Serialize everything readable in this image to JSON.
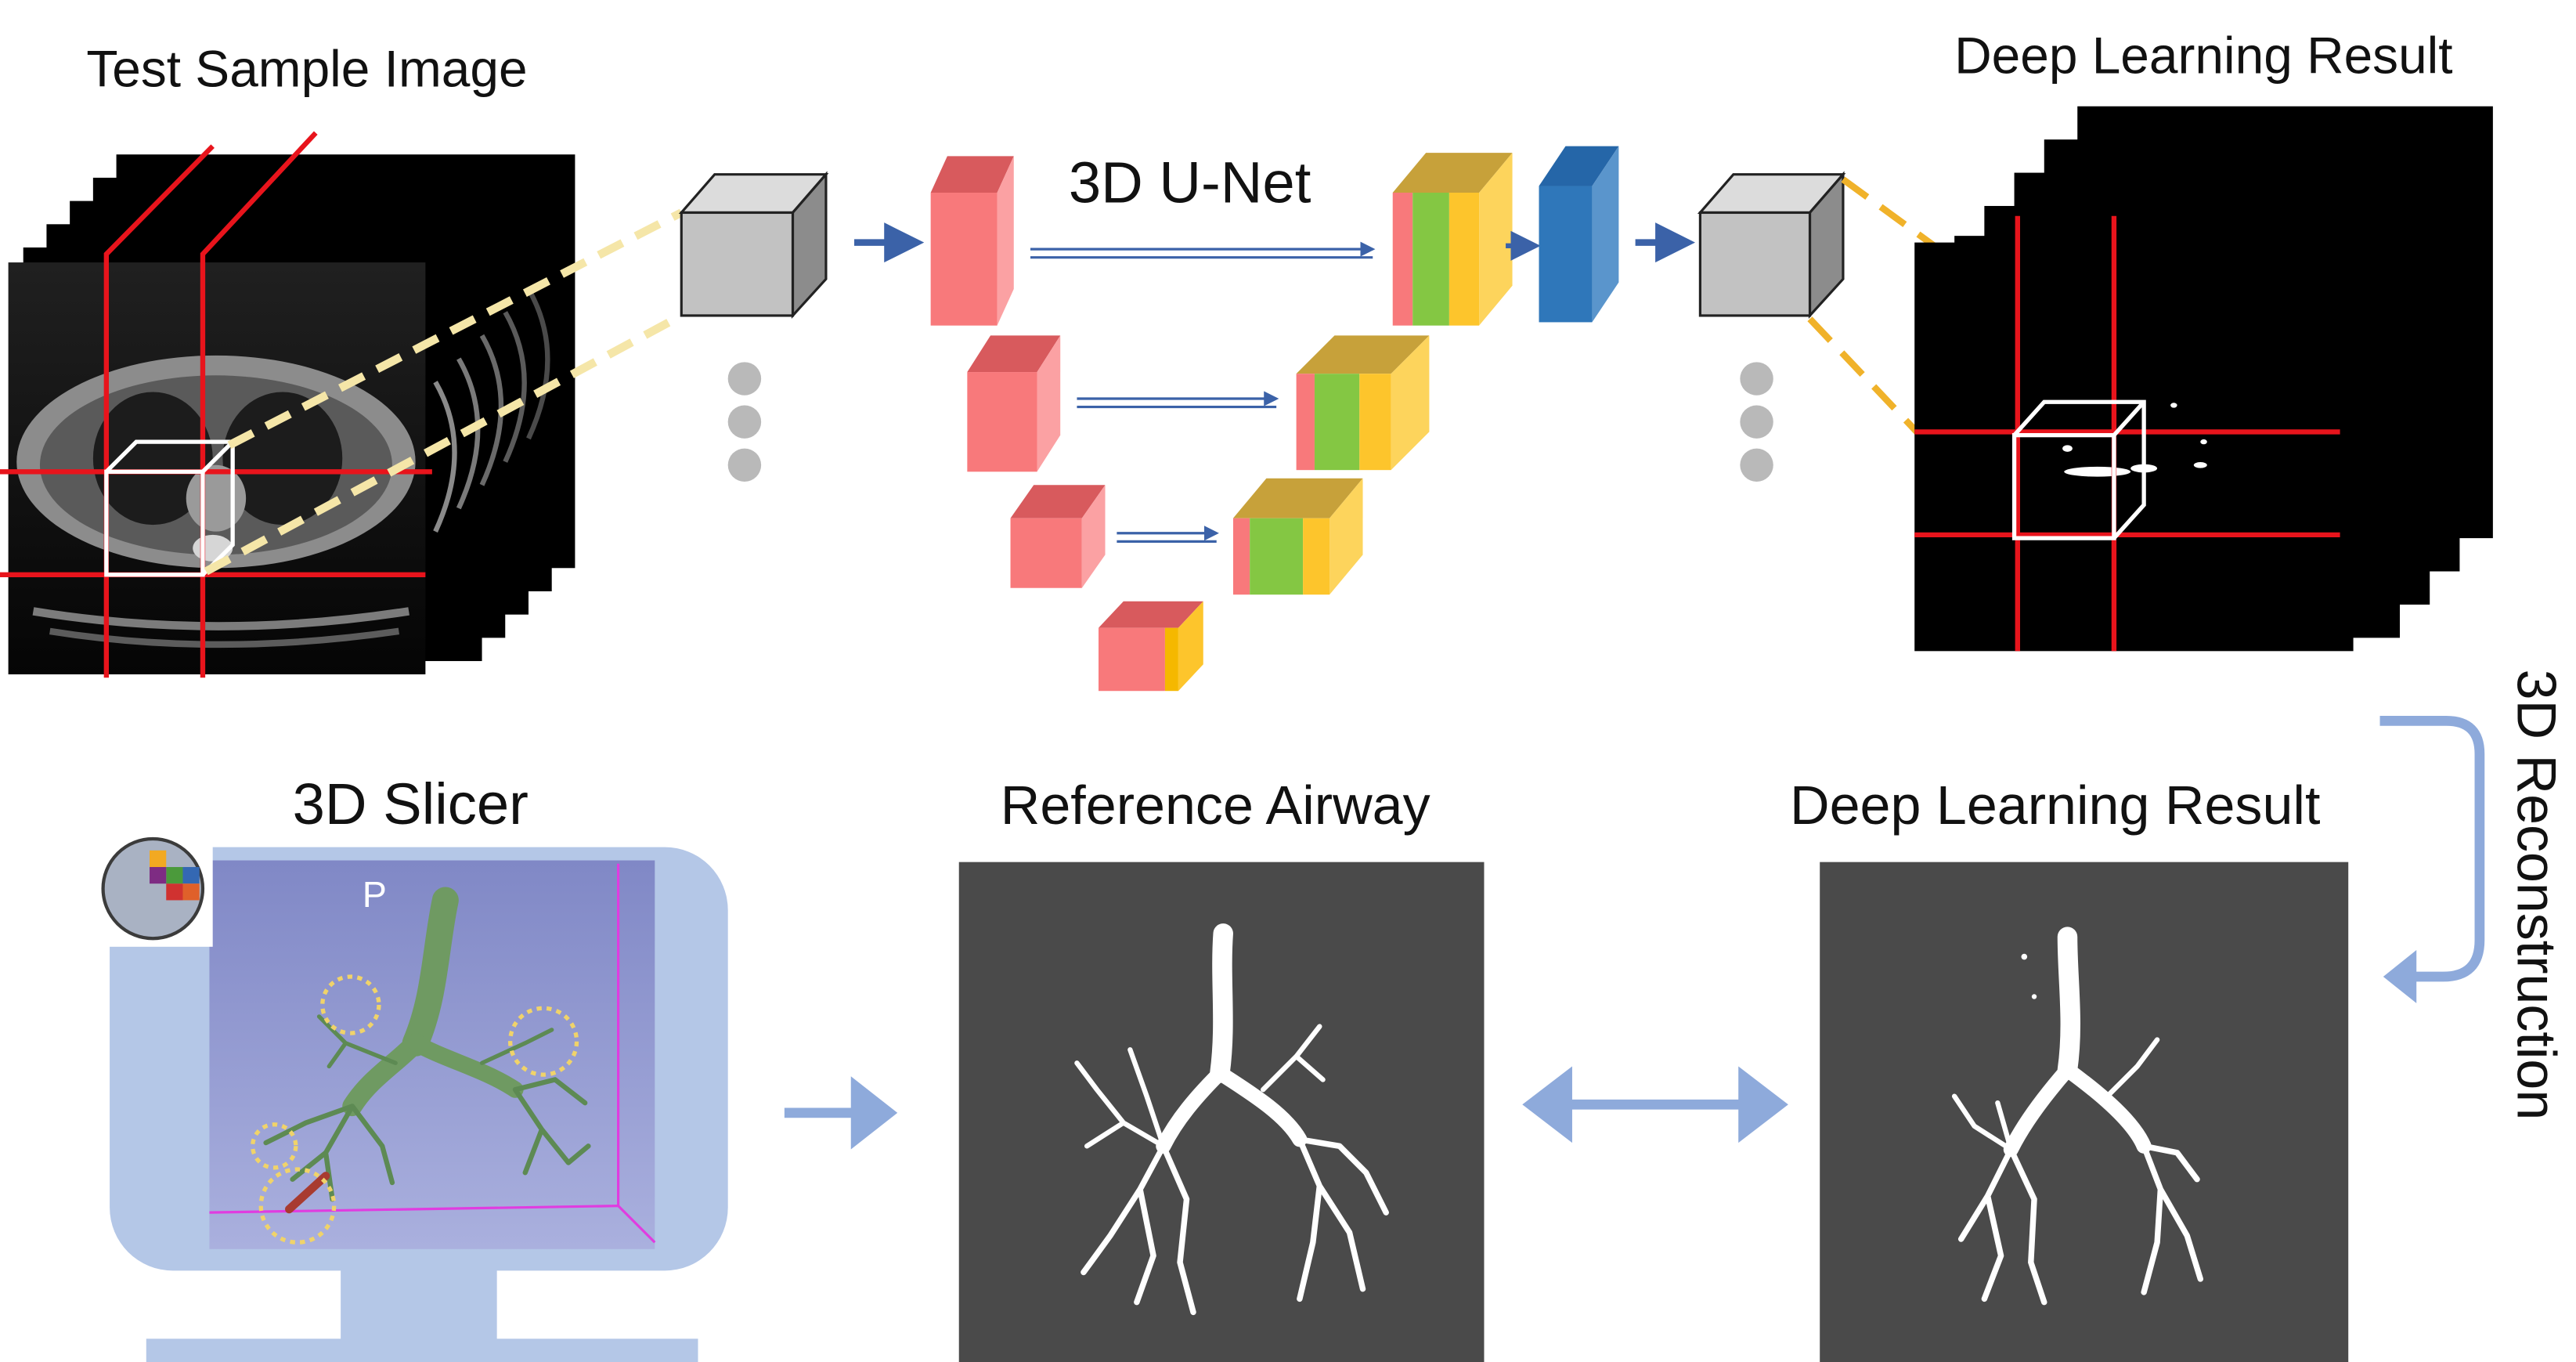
{
  "labels": {
    "test_sample_image": "Test Sample Image",
    "unet": "3D U-Net",
    "dl_result_top": "Deep Learning Result",
    "reconstruction": "3D Reconstruction",
    "slicer": "3D Slicer",
    "slicer_view_letter": "P",
    "reference_airway": "Reference Airway",
    "dl_result_bottom": "Deep Learning Result"
  },
  "colors": {
    "ct_stack": "#000000",
    "crosshair_red": "#e8141c",
    "dash_pale": "#f5e6a8",
    "dash_orange": "#f0b22a",
    "patch_cube": "#c2c2c2",
    "encoder_red": "#f8797b",
    "decoder_green": "#84c743",
    "decoder_yellow": "#fdc52c",
    "output_blue": "#2f77ba",
    "flow_arrow": "#3b62a8",
    "ellipsis_dot": "#b9b9b9",
    "panel_dark": "#4a4a4a",
    "monitor": "#b4c7e7",
    "slicer_view": "#8790c9",
    "airway_green": "#6f9a62",
    "light_arrow": "#8eaadb"
  }
}
